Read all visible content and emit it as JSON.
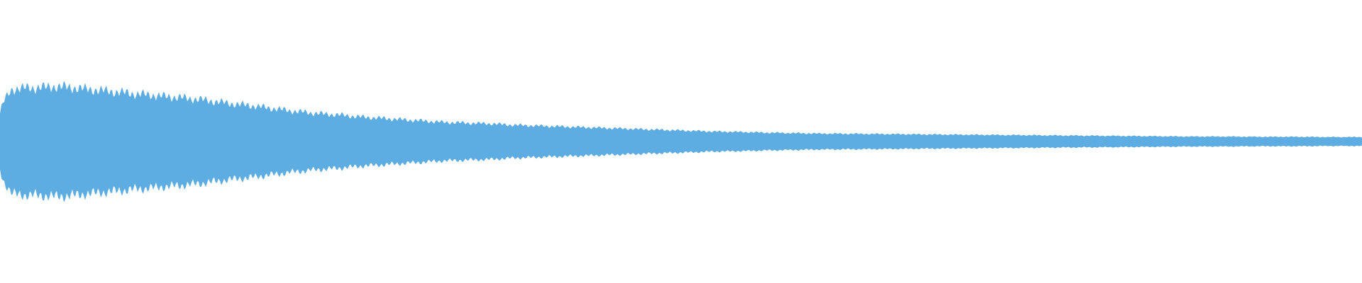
{
  "chart_data": {
    "type": "area",
    "title": "",
    "xlabel": "",
    "ylabel": "",
    "legend": "none",
    "grid": false,
    "axes_visible": false,
    "x": [
      0.0,
      0.0017,
      0.0052,
      0.0073,
      0.0094,
      0.0125,
      0.0156,
      0.0188,
      0.0219,
      0.025,
      0.0281,
      0.0313,
      0.0344,
      0.0375,
      0.0406,
      0.0438,
      0.0469,
      0.05,
      0.0563,
      0.0625,
      0.0688,
      0.075,
      0.0813,
      0.0875,
      0.0938,
      0.1,
      0.1063,
      0.1125,
      0.1188,
      0.125,
      0.1313,
      0.1375,
      0.1438,
      0.15,
      0.1563,
      0.1625,
      0.1688,
      0.175,
      0.1813,
      0.1875,
      0.1938,
      0.2,
      0.2063,
      0.2125,
      0.2188,
      0.225,
      0.2313,
      0.2375,
      0.25,
      0.2625,
      0.275,
      0.2875,
      0.3,
      0.3125,
      0.325,
      0.3375,
      0.35,
      0.3625,
      0.375,
      0.3875,
      0.4,
      0.4125,
      0.425,
      0.4375,
      0.45,
      0.4625,
      0.475,
      0.4875,
      0.5,
      0.5125,
      0.525,
      0.5375,
      0.55,
      0.5625,
      0.575,
      0.5875,
      0.6,
      0.625,
      0.65,
      0.675,
      0.7,
      0.725,
      0.75,
      0.775,
      0.8,
      0.825,
      0.85,
      0.875,
      0.9,
      0.925,
      0.95,
      0.975,
      1.0
    ],
    "envelope": [
      0.5,
      0.68,
      0.82,
      0.9,
      0.95,
      0.96,
      0.96,
      0.97,
      0.97,
      0.97,
      0.98,
      0.98,
      0.98,
      0.99,
      1.0,
      0.99,
      0.99,
      0.98,
      0.97,
      0.95,
      0.94,
      0.92,
      0.91,
      0.89,
      0.88,
      0.86,
      0.85,
      0.84,
      0.82,
      0.81,
      0.8,
      0.78,
      0.77,
      0.75,
      0.73,
      0.71,
      0.69,
      0.67,
      0.66,
      0.64,
      0.62,
      0.6,
      0.58,
      0.56,
      0.54,
      0.53,
      0.51,
      0.5,
      0.48,
      0.45,
      0.43,
      0.41,
      0.39,
      0.37,
      0.35,
      0.34,
      0.33,
      0.32,
      0.3,
      0.29,
      0.28,
      0.27,
      0.26,
      0.25,
      0.24,
      0.23,
      0.22,
      0.21,
      0.2,
      0.19,
      0.18,
      0.175,
      0.17,
      0.16,
      0.155,
      0.15,
      0.145,
      0.14,
      0.135,
      0.13,
      0.125,
      0.12,
      0.115,
      0.11,
      0.105,
      0.1,
      0.095,
      0.09,
      0.09,
      0.085,
      0.085,
      0.08,
      0.08
    ],
    "ylim": [
      -1,
      1
    ],
    "fill_color": "#5dade2"
  }
}
